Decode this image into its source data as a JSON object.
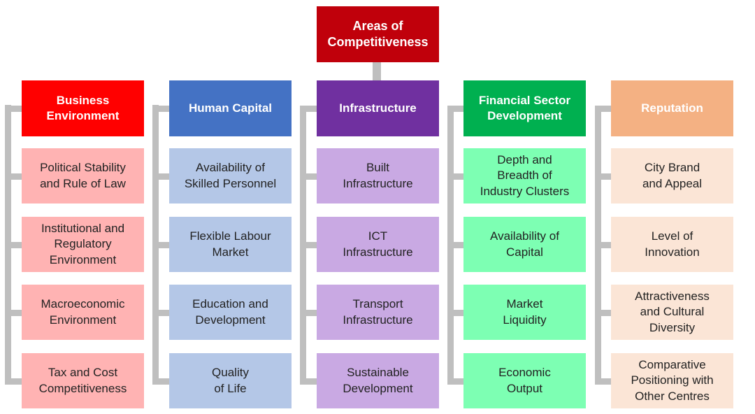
{
  "root": {
    "label": "Areas of\nCompetitiveness"
  },
  "columns": [
    {
      "label": "Business\nEnvironment",
      "colors": {
        "header": "#ff0000",
        "item": "#ffb3b3"
      },
      "items": [
        "Political Stability\nand Rule of Law",
        "Institutional and\nRegulatory\nEnvironment",
        "Macroeconomic\nEnvironment",
        "Tax and Cost\nCompetitiveness"
      ]
    },
    {
      "label": "Human Capital",
      "colors": {
        "header": "#4472c4",
        "item": "#b4c7e7"
      },
      "items": [
        "Availability of\nSkilled Personnel",
        "Flexible Labour\nMarket",
        "Education and\nDevelopment",
        "Quality\nof Life"
      ]
    },
    {
      "label": "Infrastructure",
      "colors": {
        "header": "#7030a0",
        "item": "#c9a9e3"
      },
      "items": [
        "Built\nInfrastructure",
        "ICT\nInfrastructure",
        "Transport\nInfrastructure",
        "Sustainable\nDevelopment"
      ]
    },
    {
      "label": "Financial Sector\nDevelopment",
      "colors": {
        "header": "#00b050",
        "item": "#7dffb3"
      },
      "items": [
        "Depth and\nBreadth of\nIndustry Clusters",
        "Availability of\nCapital",
        "Market\nLiquidity",
        "Economic\nOutput"
      ]
    },
    {
      "label": "Reputation",
      "colors": {
        "header": "#f4b183",
        "item": "#fbe5d6"
      },
      "items": [
        "City Brand\nand Appeal",
        "Level of\nInnovation",
        "Attractiveness\nand Cultural\nDiversity",
        "Comparative\nPositioning with\nOther Centres"
      ]
    }
  ]
}
